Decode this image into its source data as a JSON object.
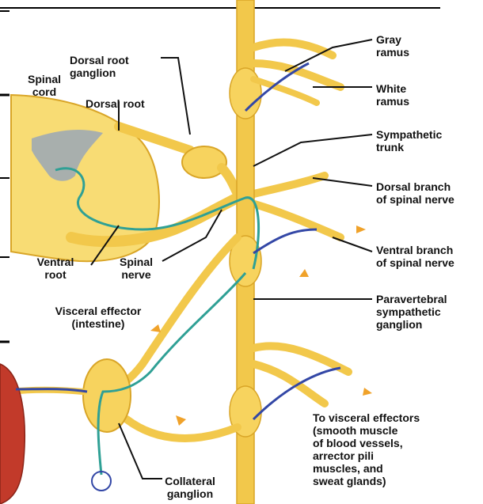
{
  "colors": {
    "nerve": "#f2c84b",
    "nerve_edge": "#d9a527",
    "ganglion": "#f7d35e",
    "preganglionic": "#2fa095",
    "postganglionic": "#3347a6",
    "arrow": "#f0a22a",
    "cord_grey": "#9aa7b7",
    "muscle": "#c23a2a",
    "leader": "#111111"
  },
  "labels": {
    "spinal_cord": [
      "Spinal",
      "cord"
    ],
    "dorsal_root_ganglion": [
      "Dorsal root",
      "ganglion"
    ],
    "dorsal_root": "Dorsal root",
    "gray_ramus": [
      "Gray",
      "ramus"
    ],
    "white_ramus": [
      "White",
      "ramus"
    ],
    "sympathetic_trunk": [
      "Sympathetic",
      "trunk"
    ],
    "dorsal_branch": [
      "Dorsal branch",
      "of spinal nerve"
    ],
    "ventral_branch": [
      "Ventral branch",
      "of spinal nerve"
    ],
    "ventral_root": [
      "Ventral",
      "root"
    ],
    "spinal_nerve": [
      "Spinal",
      "nerve"
    ],
    "paravertebral_ganglion": [
      "Paravertebral",
      "sympathetic",
      "ganglion"
    ],
    "visceral_effector": [
      "Visceral effector",
      "(intestine)"
    ],
    "visceral_effectors": [
      "To visceral effectors",
      "(smooth muscle",
      "of blood vessels,",
      "arrector pili",
      "muscles, and",
      "sweat glands)"
    ],
    "collateral_ganglion": [
      "Collateral",
      "ganglion"
    ]
  }
}
